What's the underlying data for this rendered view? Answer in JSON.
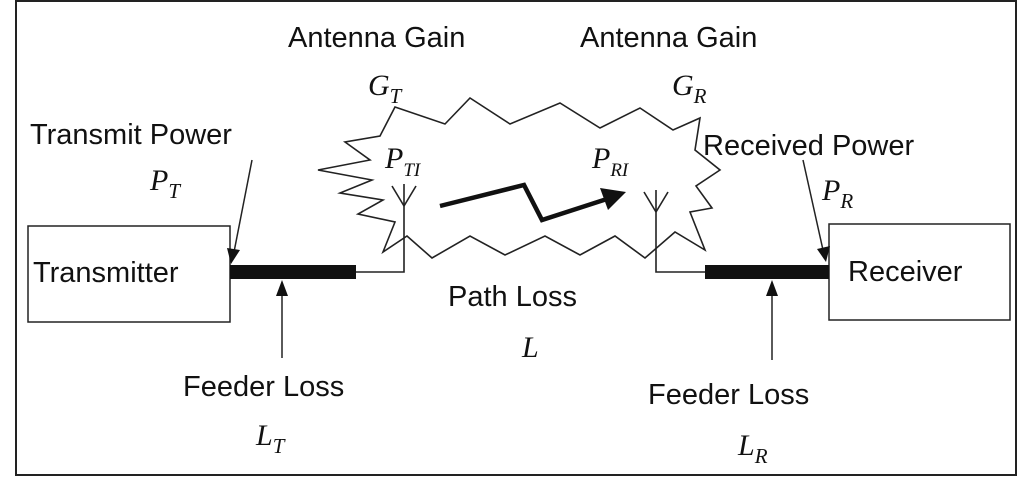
{
  "labels": {
    "antenna_gain_tx": "Antenna Gain",
    "antenna_gain_rx": "Antenna Gain",
    "gain_tx": {
      "main": "G",
      "sub": "T"
    },
    "gain_rx": {
      "main": "G",
      "sub": "R"
    },
    "transmit_power": "Transmit Power",
    "transmit_power_symbol": {
      "main": "P",
      "sub": "T"
    },
    "received_power": "Received Power",
    "received_power_symbol": {
      "main": "P",
      "sub": "R"
    },
    "pti_symbol": {
      "main": "P",
      "sub": "TI"
    },
    "pri_symbol": {
      "main": "P",
      "sub": "RI"
    },
    "transmitter": "Transmitter",
    "receiver": "Receiver",
    "path_loss": "Path Loss",
    "path_loss_symbol": "L",
    "feeder_loss_tx": "Feeder Loss",
    "feeder_loss_tx_symbol": {
      "main": "L",
      "sub": "T"
    },
    "feeder_loss_rx": "Feeder Loss",
    "feeder_loss_rx_symbol": {
      "main": "L",
      "sub": "R"
    }
  }
}
